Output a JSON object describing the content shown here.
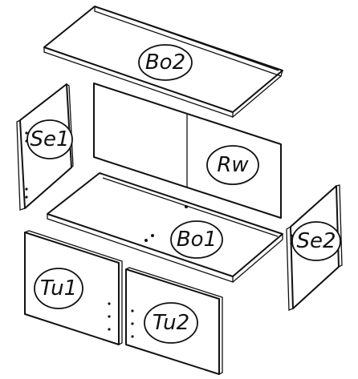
{
  "parts": {
    "bo2": "Bo2",
    "se1": "Se1",
    "rw": "Rw",
    "bo1": "Bo1",
    "se2": "Se2",
    "tu1": "Tu1",
    "tu2": "Tu2"
  }
}
